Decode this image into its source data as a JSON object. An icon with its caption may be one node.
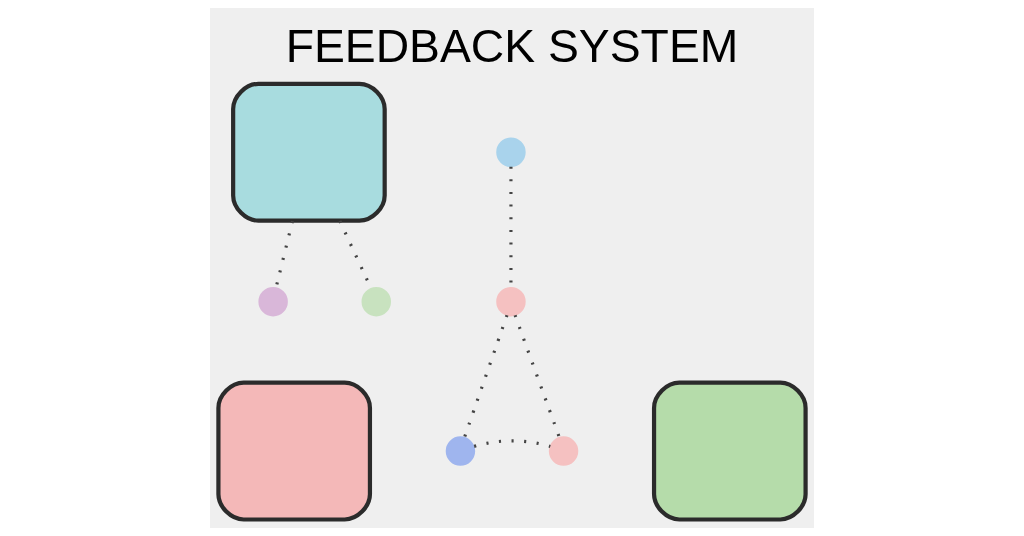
{
  "diagram": {
    "title": "FEEDBACK SYSTEM",
    "nodes": [
      {
        "text": [],
        "shape": "person"
      },
      {
        "text": [],
        "shape": "person"
      },
      {
        "text": [],
        "shape": "person"
      },
      {
        "text": [],
        "shape": "circle"
      },
      {
        "text": [],
        "shape": "circle"
      },
      {
        "text": [],
        "shape": "circle"
      },
      {
        "text": [],
        "shape": "circle"
      },
      {
        "text": [],
        "shape": "circle"
      },
      {
        "text": [],
        "shape": "circle"
      }
    ],
    "edges": [
      {
        "from": 0,
        "to": 4,
        "arrow": "none",
        "style": "dashed"
      },
      {
        "from": 3,
        "to": 6,
        "arrow": "none",
        "style": "dashed"
      },
      {
        "from": 0,
        "to": 5,
        "arrow": "none",
        "style": "dashed"
      },
      {
        "from": 6,
        "to": 7,
        "arrow": "none",
        "style": "dashed"
      },
      {
        "from": 6,
        "to": 8,
        "arrow": "none",
        "style": "dashed"
      },
      {
        "from": 7,
        "to": 8,
        "arrow": "none",
        "style": "dashed"
      }
    ]
  }
}
